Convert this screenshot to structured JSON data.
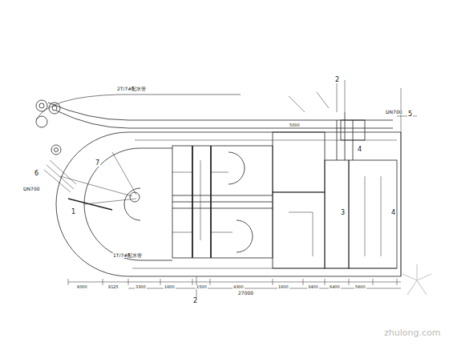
{
  "diagram": {
    "labels": [
      "2T/7#配水管",
      "1T/7#配水管",
      "1",
      "2",
      "2",
      "3",
      "4",
      "4",
      "5",
      "6",
      "7",
      "DN700",
      "DN700",
      "6000",
      "8125",
      "3300",
      "1600",
      "1500",
      "4300",
      "1600",
      "3400",
      "6400",
      "5600",
      "27000",
      "5000",
      "zhulong.com"
    ]
  }
}
